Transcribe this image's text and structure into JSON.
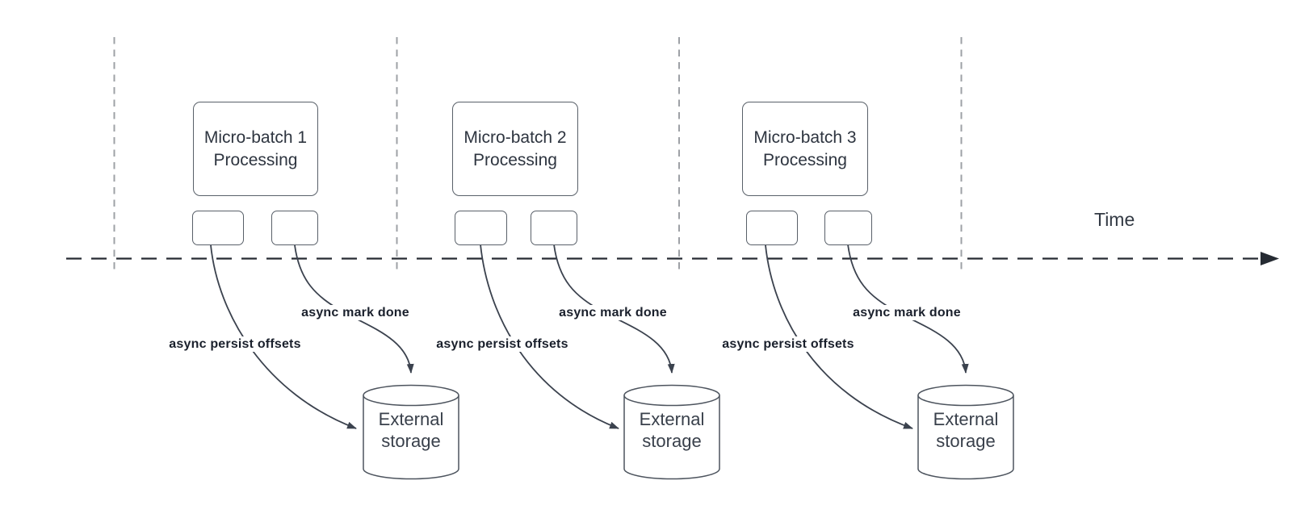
{
  "diagram": {
    "time_axis_label": "Time",
    "groups": [
      {
        "title": "Micro-batch 1 Processing",
        "persist_label": "async persist offsets",
        "done_label": "async mark done",
        "storage_label": "External storage"
      },
      {
        "title": "Micro-batch 2 Processing",
        "persist_label": "async persist offsets",
        "done_label": "async mark done",
        "storage_label": "External storage"
      },
      {
        "title": "Micro-batch 3 Processing",
        "persist_label": "async persist offsets",
        "done_label": "async mark done",
        "storage_label": "External storage"
      }
    ],
    "colors": {
      "arrow_stroke": "#3b424e",
      "shape_stroke": "#596069",
      "axis_stroke": "#262b33",
      "divider_stroke": "#9ea1a6",
      "bold_label_text": "#1a202c",
      "shape_text": "#2e3540"
    }
  }
}
